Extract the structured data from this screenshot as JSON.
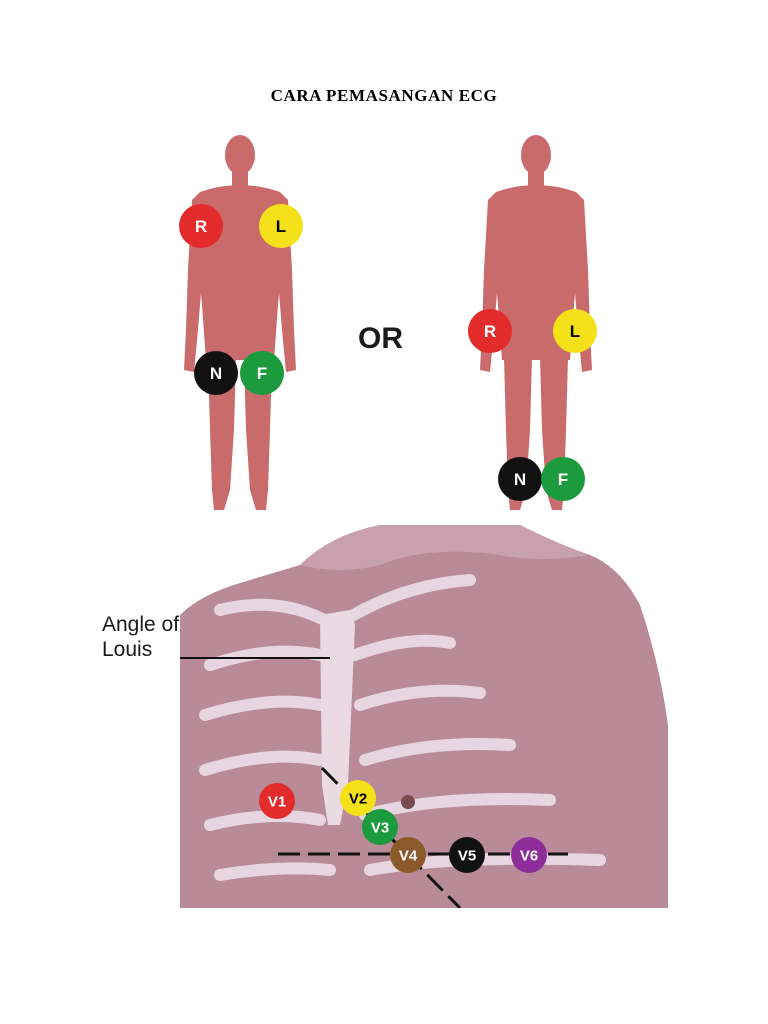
{
  "page": {
    "title": "CARA PEMASANGAN ECG"
  },
  "limb_diagram": {
    "separator_label": "OR",
    "body_color": "#c96b6b",
    "figure_a": {
      "electrodes": [
        {
          "label": "R",
          "color": "#e32b2b",
          "text_color": "#ffffff"
        },
        {
          "label": "L",
          "color": "#f4e11a",
          "text_color": "#000000"
        },
        {
          "label": "N",
          "color": "#111111",
          "text_color": "#ffffff"
        },
        {
          "label": "F",
          "color": "#1b9a3e",
          "text_color": "#ffffff"
        }
      ]
    },
    "figure_b": {
      "electrodes": [
        {
          "label": "R",
          "color": "#e32b2b",
          "text_color": "#ffffff"
        },
        {
          "label": "L",
          "color": "#f4e11a",
          "text_color": "#000000"
        },
        {
          "label": "N",
          "color": "#111111",
          "text_color": "#ffffff"
        },
        {
          "label": "F",
          "color": "#1b9a3e",
          "text_color": "#ffffff"
        }
      ]
    }
  },
  "chest_diagram": {
    "annotation_line1": "Angle of",
    "annotation_line2": "Louis",
    "skin_color": "#b98a98",
    "rib_color": "#eadbe3",
    "precordial_electrodes": [
      {
        "label": "V1",
        "color": "#e32b2b",
        "text_color": "#ffffff"
      },
      {
        "label": "V2",
        "color": "#f4e11a",
        "text_color": "#000000"
      },
      {
        "label": "V3",
        "color": "#1b9a3e",
        "text_color": "#ffffff"
      },
      {
        "label": "V4",
        "color": "#8b5a2b",
        "text_color": "#ffffff"
      },
      {
        "label": "V5",
        "color": "#111111",
        "text_color": "#ffffff"
      },
      {
        "label": "V6",
        "color": "#8e2c9a",
        "text_color": "#ffffff"
      }
    ]
  }
}
